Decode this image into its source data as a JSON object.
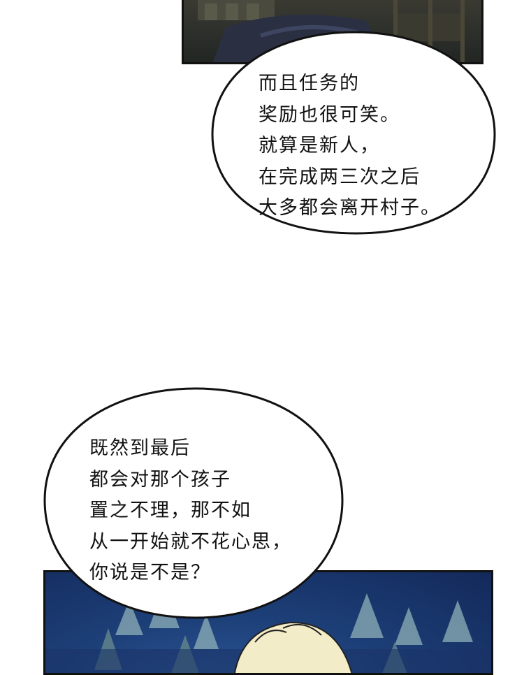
{
  "bubble_top": {
    "lines": [
      "而且任务的",
      "奖励也很可笑。",
      "就算是新人，",
      "在完成两三次之后",
      "大多都会离开村子。"
    ]
  },
  "bubble_bottom": {
    "lines": [
      "既然到最后",
      "都会对那个孩子",
      "置之不理，那不如",
      "从一开始就不花心思，",
      "你说是不是？"
    ]
  },
  "colors": {
    "ink": "#111111",
    "night_sky": "#1d3f78",
    "interior_dark": "#2b2e2a",
    "hair": "#f3ecc8"
  }
}
